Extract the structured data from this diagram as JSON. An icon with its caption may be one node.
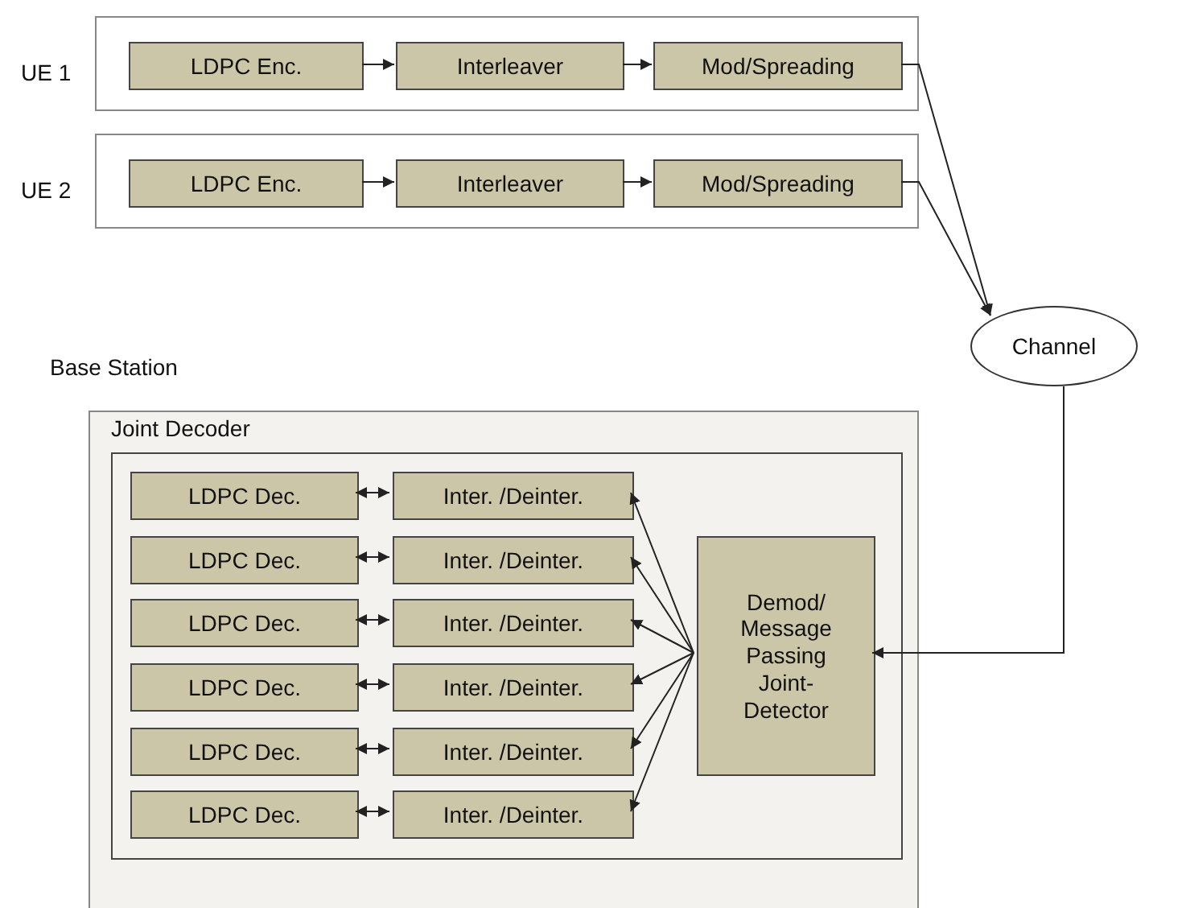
{
  "diagram": {
    "nodes": [
      {
        "text": [
          "UE 1"
        ]
      },
      {
        "text": [
          "LDPC Enc."
        ],
        "in": 0
      },
      {
        "text": [
          "Interleaver"
        ],
        "in": 0
      },
      {
        "text": [
          "Mod/Spreading"
        ],
        "in": 0
      },
      {
        "text": [
          "UE 2"
        ]
      },
      {
        "text": [
          "LDPC Enc."
        ],
        "in": 4
      },
      {
        "text": [
          "Interleaver"
        ],
        "in": 4
      },
      {
        "text": [
          "Mod/Spreading"
        ],
        "in": 4
      },
      {
        "text": [
          "Channel"
        ]
      },
      {
        "text": [
          "Base Station"
        ]
      },
      {
        "text": [
          "Joint Decoder"
        ],
        "in": 9
      },
      {
        "text": [
          "LDPC Dec."
        ],
        "in": 10
      },
      {
        "text": [
          "Inter. /Deinter."
        ],
        "in": 10
      },
      {
        "text": [
          "LDPC Dec."
        ],
        "in": 10
      },
      {
        "text": [
          "Inter. /Deinter."
        ],
        "in": 10
      },
      {
        "text": [
          "LDPC Dec."
        ],
        "in": 10
      },
      {
        "text": [
          "Inter. /Deinter."
        ],
        "in": 10
      },
      {
        "text": [
          "LDPC Dec."
        ],
        "in": 10
      },
      {
        "text": [
          "Inter. /Deinter."
        ],
        "in": 10
      },
      {
        "text": [
          "LDPC Dec."
        ],
        "in": 10
      },
      {
        "text": [
          "Inter. /Deinter."
        ],
        "in": 10
      },
      {
        "text": [
          "LDPC Dec."
        ],
        "in": 10
      },
      {
        "text": [
          "Inter. /Deinter."
        ],
        "in": 10
      },
      {
        "text": [
          "Demod/ Message Passing Joint- Detector"
        ],
        "in": 10
      }
    ],
    "edges": [
      {
        "from": 1,
        "to": 2,
        "arrow": "to"
      },
      {
        "from": 2,
        "to": 3,
        "arrow": "to"
      },
      {
        "from": 5,
        "to": 6,
        "arrow": "to"
      },
      {
        "from": 6,
        "to": 7,
        "arrow": "to"
      },
      {
        "from": 3,
        "to": 8,
        "arrow": "to"
      },
      {
        "from": 7,
        "to": 8,
        "arrow": "to"
      },
      {
        "from": 8,
        "to": 23,
        "arrow": "to"
      },
      {
        "from": 11,
        "to": 12,
        "arrow": "both"
      },
      {
        "from": 13,
        "to": 14,
        "arrow": "both"
      },
      {
        "from": 15,
        "to": 16,
        "arrow": "both"
      },
      {
        "from": 17,
        "to": 18,
        "arrow": "both"
      },
      {
        "from": 19,
        "to": 20,
        "arrow": "both"
      },
      {
        "from": 21,
        "to": 22,
        "arrow": "both"
      },
      {
        "from": 23,
        "to": 12,
        "arrow": "to"
      },
      {
        "from": 23,
        "to": 14,
        "arrow": "to"
      },
      {
        "from": 23,
        "to": 16,
        "arrow": "to"
      },
      {
        "from": 23,
        "to": 18,
        "arrow": "to"
      },
      {
        "from": 23,
        "to": 20,
        "arrow": "to"
      },
      {
        "from": 23,
        "to": 22,
        "arrow": "to"
      }
    ]
  }
}
